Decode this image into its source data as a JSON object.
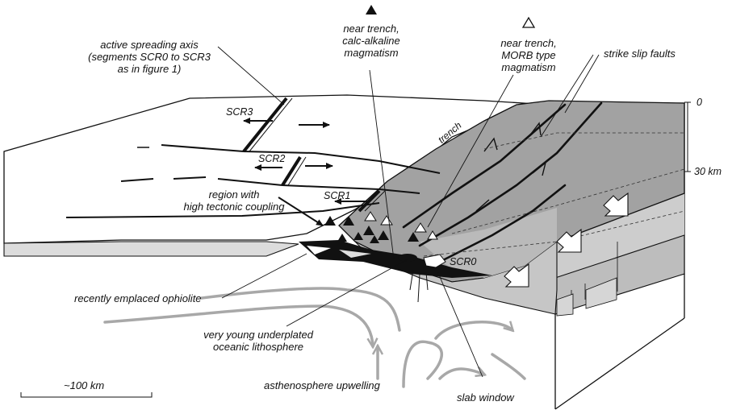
{
  "labels": {
    "spreading_axis_line1": "active spreading axis",
    "spreading_axis_line2": "(segments SCR0 to SCR3",
    "spreading_axis_line3": "as in figure 1)",
    "calc_line1": "near trench,",
    "calc_line2": "calc-alkaline",
    "calc_line3": "magmatism",
    "morb_line1": "near trench,",
    "morb_line2": "MORB type",
    "morb_line3": "magmatism",
    "strike_slip": "strike slip faults",
    "trench": "trench",
    "coupling_line1": "region with",
    "coupling_line2": "high tectonic coupling",
    "ophiolite": "recently emplaced ophiolite",
    "underplated_line1": "very young underplated",
    "underplated_line2": "oceanic lithosphere",
    "upwelling": "asthenosphere upwelling",
    "slab_window": "slab window",
    "scale": "~100 km"
  },
  "segments": {
    "scr3": "SCR3",
    "scr2": "SCR2",
    "scr1": "SCR1",
    "scr0": "SCR0"
  },
  "depth_axis": {
    "top": "0",
    "bottom": "30 km"
  },
  "colors": {
    "dark_gray": "#9b9b9b",
    "mid_gray": "#bdbdbd",
    "light_gray": "#dedede",
    "asthenosphere_flow": "#a8a8a8",
    "outline": "#111111"
  }
}
